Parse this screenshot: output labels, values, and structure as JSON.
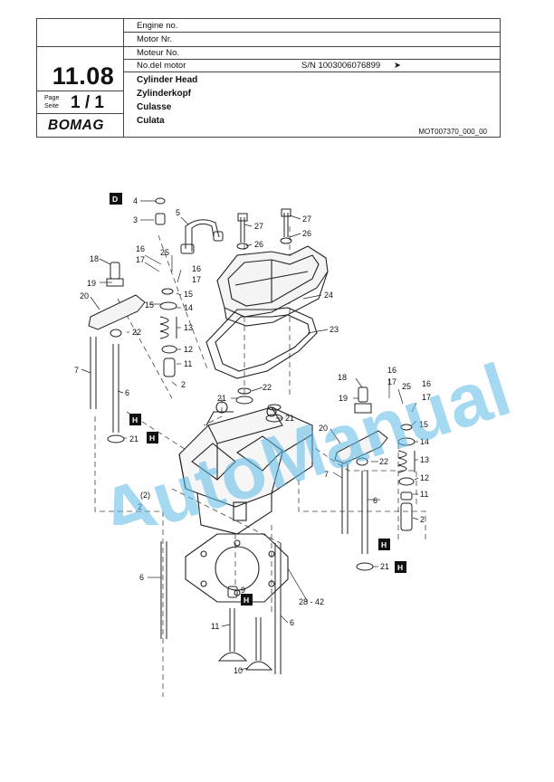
{
  "header": {
    "rows": [
      "Engine no.",
      "Motor Nr.",
      "Moteur No.",
      "No.del motor"
    ],
    "serial": "S/N 1003006076899",
    "serial_arrow": "➤",
    "section": "11.08",
    "page_label_1": "Page",
    "page_label_2": "Seite",
    "page_value": "1 / 1",
    "brand": "BOMAG",
    "titles": [
      "Cylinder Head",
      "Zylinderkopf",
      "Culasse",
      "Culata"
    ],
    "doc_ref": "MOT007370_000_00"
  },
  "diagram": {
    "callouts": [
      "1",
      "(2)",
      "2",
      "3",
      "4",
      "5",
      "6",
      "7",
      "8",
      "9",
      "10",
      "11",
      "12",
      "13",
      "14",
      "15",
      "16",
      "17",
      "18",
      "19",
      "20",
      "21",
      "22",
      "23",
      "24",
      "25",
      "26",
      "27",
      "28 - 42"
    ],
    "tag_d": "D",
    "tag_h": "H"
  },
  "watermark": {
    "text": "AutoManual",
    "color": "#5bb8e6"
  }
}
